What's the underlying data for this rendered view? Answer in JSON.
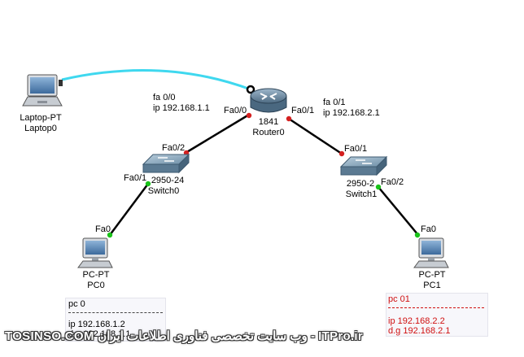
{
  "devices": {
    "laptop": {
      "type": "Laptop-PT",
      "name": "Laptop0"
    },
    "router": {
      "model": "1841",
      "name": "Router0"
    },
    "switch0": {
      "model": "2950-24",
      "name": "Switch0"
    },
    "switch1": {
      "model": "2950-2",
      "name": "Switch1"
    },
    "pc0": {
      "type": "PC-PT",
      "name": "PC0"
    },
    "pc1": {
      "type": "PC-PT",
      "name": "PC1"
    }
  },
  "ports": {
    "router_fa00": "Fa0/0",
    "router_fa01": "Fa0/1",
    "sw0_fa02": "Fa0/2",
    "sw0_fa01": "Fa0/1",
    "sw1_fa01": "Fa0/1",
    "sw1_fa02": "Fa0/2",
    "pc0_fa0": "Fa0",
    "pc1_fa0": "Fa0"
  },
  "router_notes": {
    "left": {
      "iface": "fa 0/0",
      "ip": "ip 192.168.1.1"
    },
    "right": {
      "iface": "fa 0/1",
      "ip": "ip 192.168.2.1"
    }
  },
  "pc_notes": {
    "pc0": {
      "title": "pc 0",
      "ip": "ip    192.168.1.2",
      "dg": "d.g  192.168.1.1"
    },
    "pc1": {
      "title": "pc 01",
      "ip": "ip    192.168.2.2",
      "dg": "d.g  192.168.2.1"
    }
  },
  "watermark": "TOSINSO.COM وب سایت تخصصی فناوری اطلاعات ایران - ITPro.ir",
  "colors": {
    "cable": "#000000",
    "console_cable": "#3fd8ef",
    "link_up": "#19c319",
    "link_down": "#d42020",
    "note_red": "#d01010"
  }
}
